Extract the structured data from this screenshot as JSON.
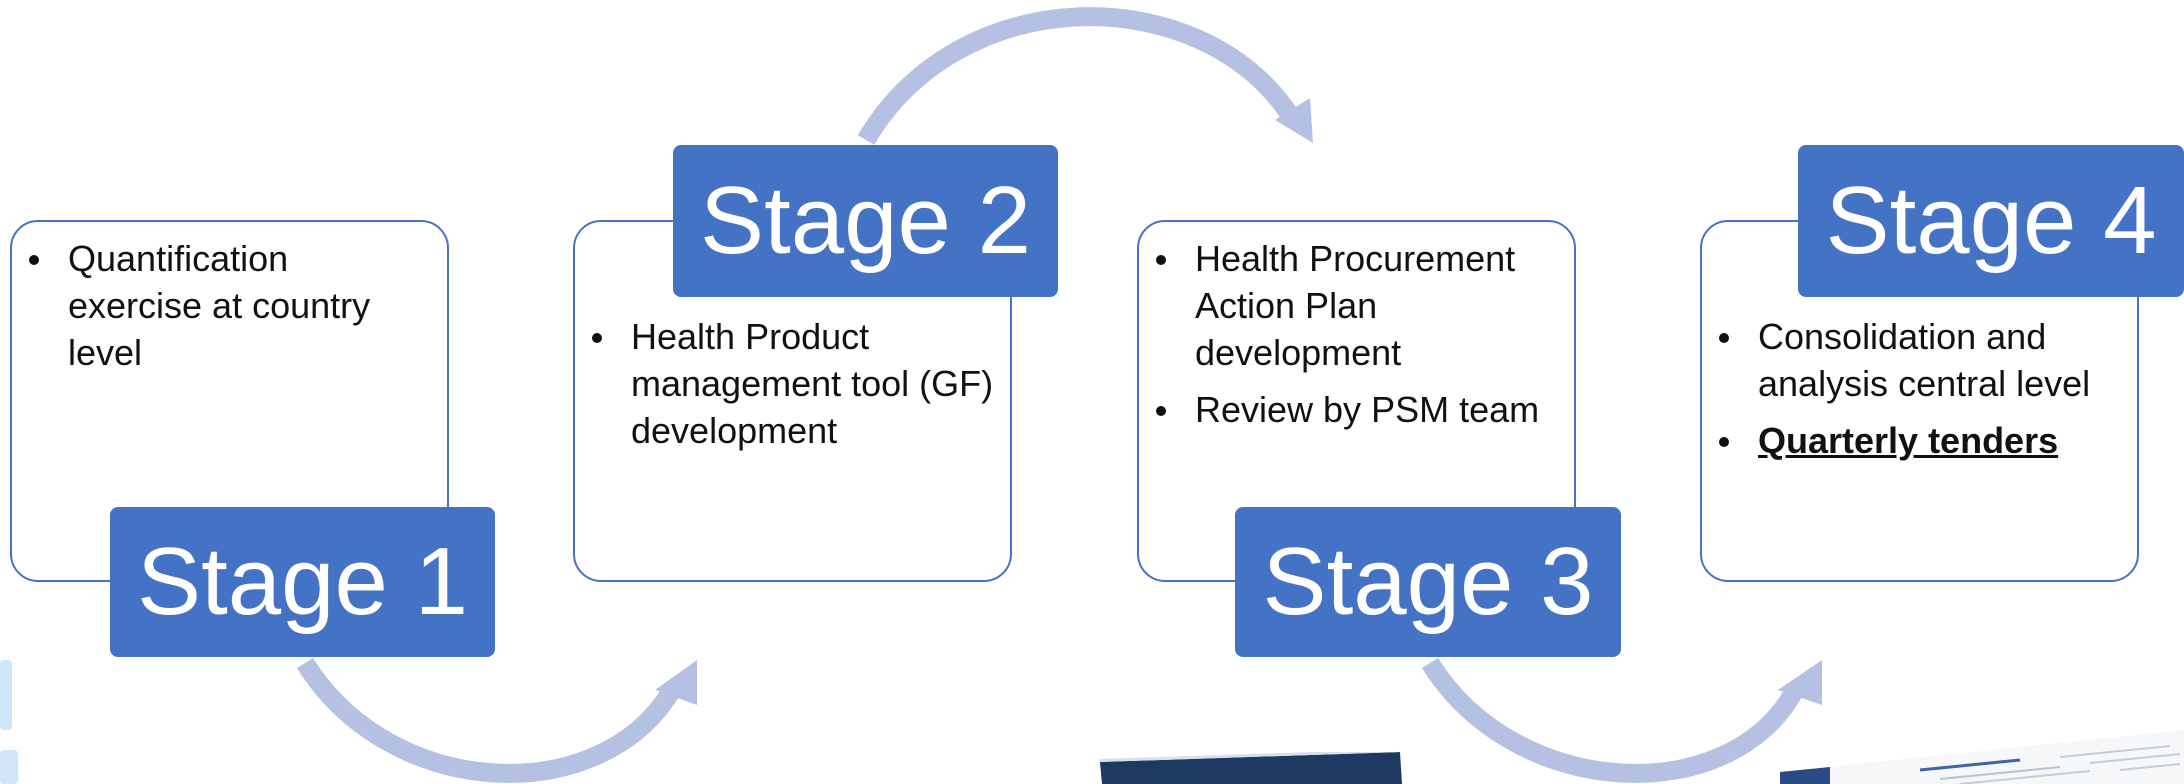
{
  "stages": [
    {
      "label": "Stage 1",
      "bullets": [
        "Quantification exercise at country level"
      ]
    },
    {
      "label": "Stage 2",
      "bullets": [
        "Health Product management tool (GF) development"
      ]
    },
    {
      "label": "Stage 3",
      "bullets": [
        "Health Procurement Action Plan development",
        "Review by PSM team"
      ]
    },
    {
      "label": "Stage 4",
      "bullets": [
        "Consolidation and analysis central level",
        "Quarterly tenders"
      ]
    }
  ],
  "colors": {
    "accent": "#4472c4",
    "card_border": "#4a72c4",
    "arrow": "#b4c1e2"
  }
}
